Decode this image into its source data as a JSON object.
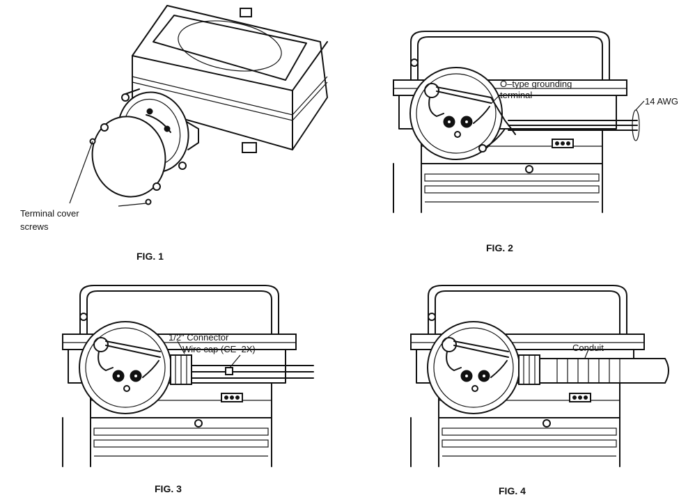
{
  "figures": {
    "fig1": {
      "caption": "FIG. 1",
      "label_line1": "Terminal  cover",
      "label_line2": "screws"
    },
    "fig2": {
      "caption": "FIG. 2",
      "label_ground_line1": "O–type grounding",
      "label_ground_line2": "terminal",
      "label_awg": "14 AWG"
    },
    "fig3": {
      "caption": "FIG. 3",
      "label_connector": "1/2\" Connector",
      "label_wirecap": "Wire cap (CE–2X)"
    },
    "fig4": {
      "caption": "FIG. 4",
      "label_conduit": "Conduit"
    }
  }
}
